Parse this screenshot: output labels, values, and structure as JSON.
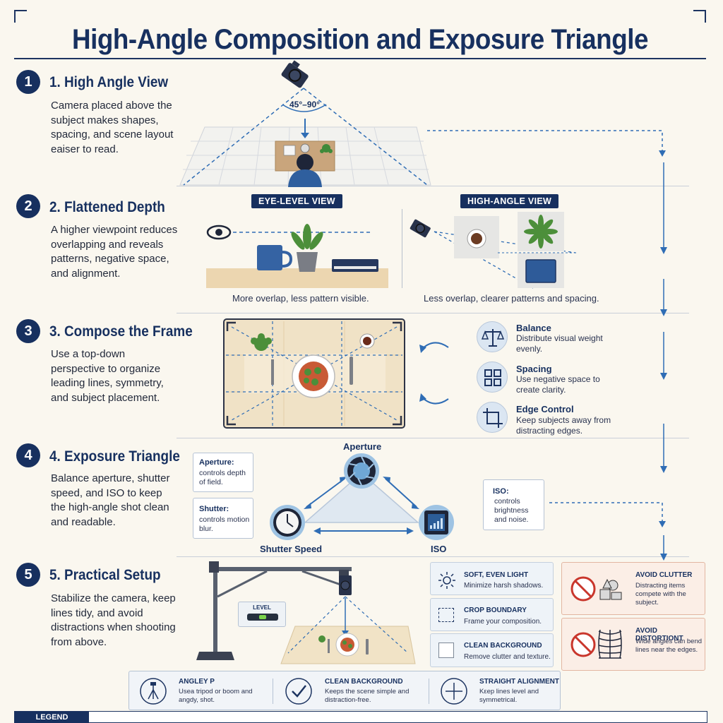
{
  "title": "High-Angle Composition and Exposure Triangle",
  "sections": [
    {
      "num": "1",
      "title": "1. High Angle View",
      "desc": "Camera placed above the subject makes shapes, spacing, and scene layout eaiser to read."
    },
    {
      "num": "2",
      "title": "2. Flattened Depth",
      "desc": "A higher viewpoint reduces overlapping and reveals patterns, negative space, and alignment."
    },
    {
      "num": "3",
      "title": "3. Compose the Frame",
      "desc": "Use a top-down perspective to organize leading lines, symmetry, and subject placement."
    },
    {
      "num": "4",
      "title": "4. Exposure Triangle",
      "desc": "Balance aperture, shutter speed, and ISO to keep the high-angle shot clean and readable."
    },
    {
      "num": "5",
      "title": "5. Practical Setup",
      "desc": "Stabilize the camera, keep lines tidy, and avoid distractions when shooting from above."
    }
  ],
  "high_angle": {
    "angle_label": "45°–90°"
  },
  "flattened": {
    "eye_level_tag": "EYE-LEVEL VIEW",
    "high_angle_tag": "HIGH-ANGLE VIEW",
    "eye_level_caption": "More overlap, less pattern visible.",
    "high_angle_caption": "Less overlap, clearer patterns and spacing."
  },
  "compose_tips": [
    {
      "icon": "scale-icon",
      "title": "Balance",
      "desc": "Distribute visual weight evenly."
    },
    {
      "icon": "grid-icon",
      "title": "Spacing",
      "desc": "Use negative space to create clarity."
    },
    {
      "icon": "crop-icon",
      "title": "Edge Control",
      "desc": "Keep subjects away from distracting edges."
    }
  ],
  "exposure": {
    "aperture_label": "Aperture",
    "shutter_label": "Shutter Speed",
    "iso_label": "ISO",
    "aperture_note_title": "Aperture:",
    "aperture_note_desc": "controls depth of field.",
    "shutter_note_title": "Shutter:",
    "shutter_note_desc": "controls motion blur.",
    "iso_note_title": "ISO:",
    "iso_note_desc": "controls brightness and noise."
  },
  "setup": {
    "level_label": "LEVEL",
    "cards": [
      {
        "icon": "sun-icon",
        "title": "SOFT, EVEN LIGHT",
        "desc": "Minimize harsh shadows."
      },
      {
        "icon": "crop-boundary-icon",
        "title": "CROP BOUNDARY",
        "desc": "Frame your composition."
      },
      {
        "icon": "square-icon",
        "title": "CLEAN BACKGROUND",
        "desc": "Remove clutter and texture."
      }
    ],
    "warnings": [
      {
        "icon": "no-clutter-icon",
        "title": "AVOID CLUTTER",
        "desc": "Distracting items compete with the subject."
      },
      {
        "icon": "no-distortion-icon",
        "title": "AVOID DISTORTIONT",
        "desc": "Wide angles can bend lines near the edges."
      }
    ]
  },
  "bottom_tips": [
    {
      "icon": "tripod-icon",
      "title": "ANGLEY P",
      "desc": "Usea tripod or boom and angdy, shot."
    },
    {
      "icon": "check-icon",
      "title": "CLEAN BACKGROUND",
      "desc": "Keeps the scene simple and distraction-free."
    },
    {
      "icon": "crosshair-icon",
      "title": "STRAIGHT ALIGNMENT",
      "desc": "Kεep lines level and symmetrical."
    }
  ],
  "legend": "LEGEND",
  "colors": {
    "navy": "#17305f",
    "accent": "#2f6db5",
    "cream": "#faf7ef"
  }
}
